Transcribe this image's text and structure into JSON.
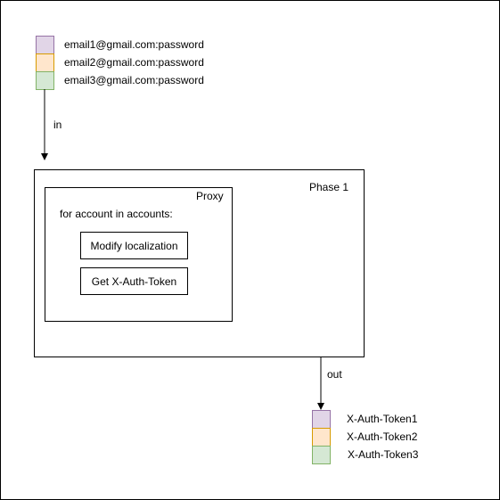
{
  "inputs": [
    {
      "label": "email1@gmail.com:password",
      "fill": "#e1d5e7",
      "stroke": "#9673a6"
    },
    {
      "label": "email2@gmail.com:password",
      "fill": "#ffe6cc",
      "stroke": "#d79b00"
    },
    {
      "label": "email3@gmail.com:password",
      "fill": "#d5e8d4",
      "stroke": "#82b366"
    }
  ],
  "edges": {
    "in_label": "in",
    "out_label": "out"
  },
  "phase": {
    "title": "Phase 1",
    "proxy": {
      "title": "Proxy",
      "loop_text": "for account in accounts:",
      "steps": [
        "Modify localization",
        "Get X-Auth-Token"
      ]
    }
  },
  "outputs": [
    {
      "label": "X-Auth-Token1",
      "fill": "#e1d5e7",
      "stroke": "#9673a6"
    },
    {
      "label": "X-Auth-Token2",
      "fill": "#ffe6cc",
      "stroke": "#d79b00"
    },
    {
      "label": "X-Auth-Token3",
      "fill": "#d5e8d4",
      "stroke": "#82b366"
    }
  ]
}
